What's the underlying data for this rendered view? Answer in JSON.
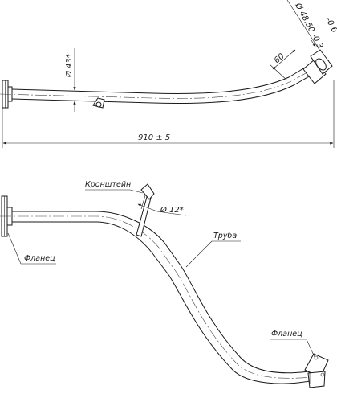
{
  "labels": {
    "dim_diameter_43": "Ø 43*",
    "dim_length_60": "60",
    "dim_diameter_48": "Ø 48.50 -0.3",
    "dim_diameter_48_lower": "-0.6",
    "dim_total_length": "910 ± 5",
    "dim_diameter_12": "Ø 12*",
    "bracket": "Кронштейн",
    "pipe": "Труба",
    "flange_left": "Фланец",
    "flange_right": "Фланец"
  }
}
